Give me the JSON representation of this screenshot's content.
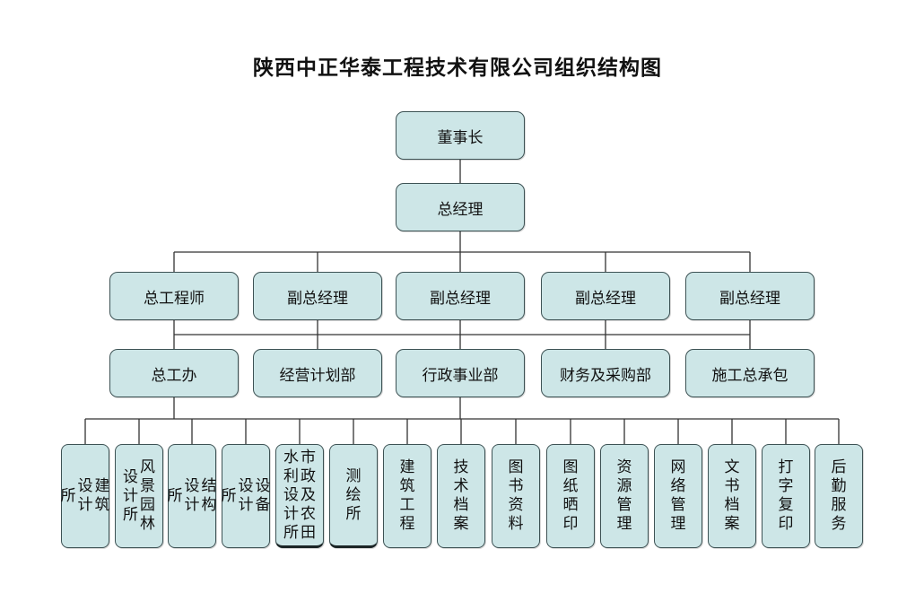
{
  "title": "陕西中正华泰工程技术有限公司组织结构图",
  "level0": {
    "label": "董事长"
  },
  "level1": {
    "label": "总经理"
  },
  "level2": [
    {
      "label": "总工程师"
    },
    {
      "label": "副总经理"
    },
    {
      "label": "副总经理"
    },
    {
      "label": "副总经理"
    },
    {
      "label": "副总经理"
    }
  ],
  "level3": [
    {
      "label": "总工办"
    },
    {
      "label": "经营计划部"
    },
    {
      "label": "行政事业部"
    },
    {
      "label": "财务及采购部"
    },
    {
      "label": "施工总承包"
    }
  ],
  "level4": [
    {
      "columns": [
        "建筑",
        "设计",
        "所"
      ]
    },
    {
      "columns": [
        "风景园林",
        "设计所"
      ]
    },
    {
      "columns": [
        "结构",
        "设计",
        "所"
      ]
    },
    {
      "columns": [
        "设备",
        "设计",
        "所"
      ]
    },
    {
      "columns": [
        "市政及农田",
        "水利设计所"
      ]
    },
    {
      "columns": [
        "测绘所"
      ]
    },
    {
      "columns": [
        "建筑工程"
      ]
    },
    {
      "columns": [
        "技术档案"
      ]
    },
    {
      "columns": [
        "图书资料"
      ]
    },
    {
      "columns": [
        "图纸晒印"
      ]
    },
    {
      "columns": [
        "资源管理"
      ]
    },
    {
      "columns": [
        "网络管理"
      ]
    },
    {
      "columns": [
        "文书档案"
      ]
    },
    {
      "columns": [
        "打字复印"
      ]
    },
    {
      "columns": [
        "后勤服务"
      ]
    }
  ]
}
